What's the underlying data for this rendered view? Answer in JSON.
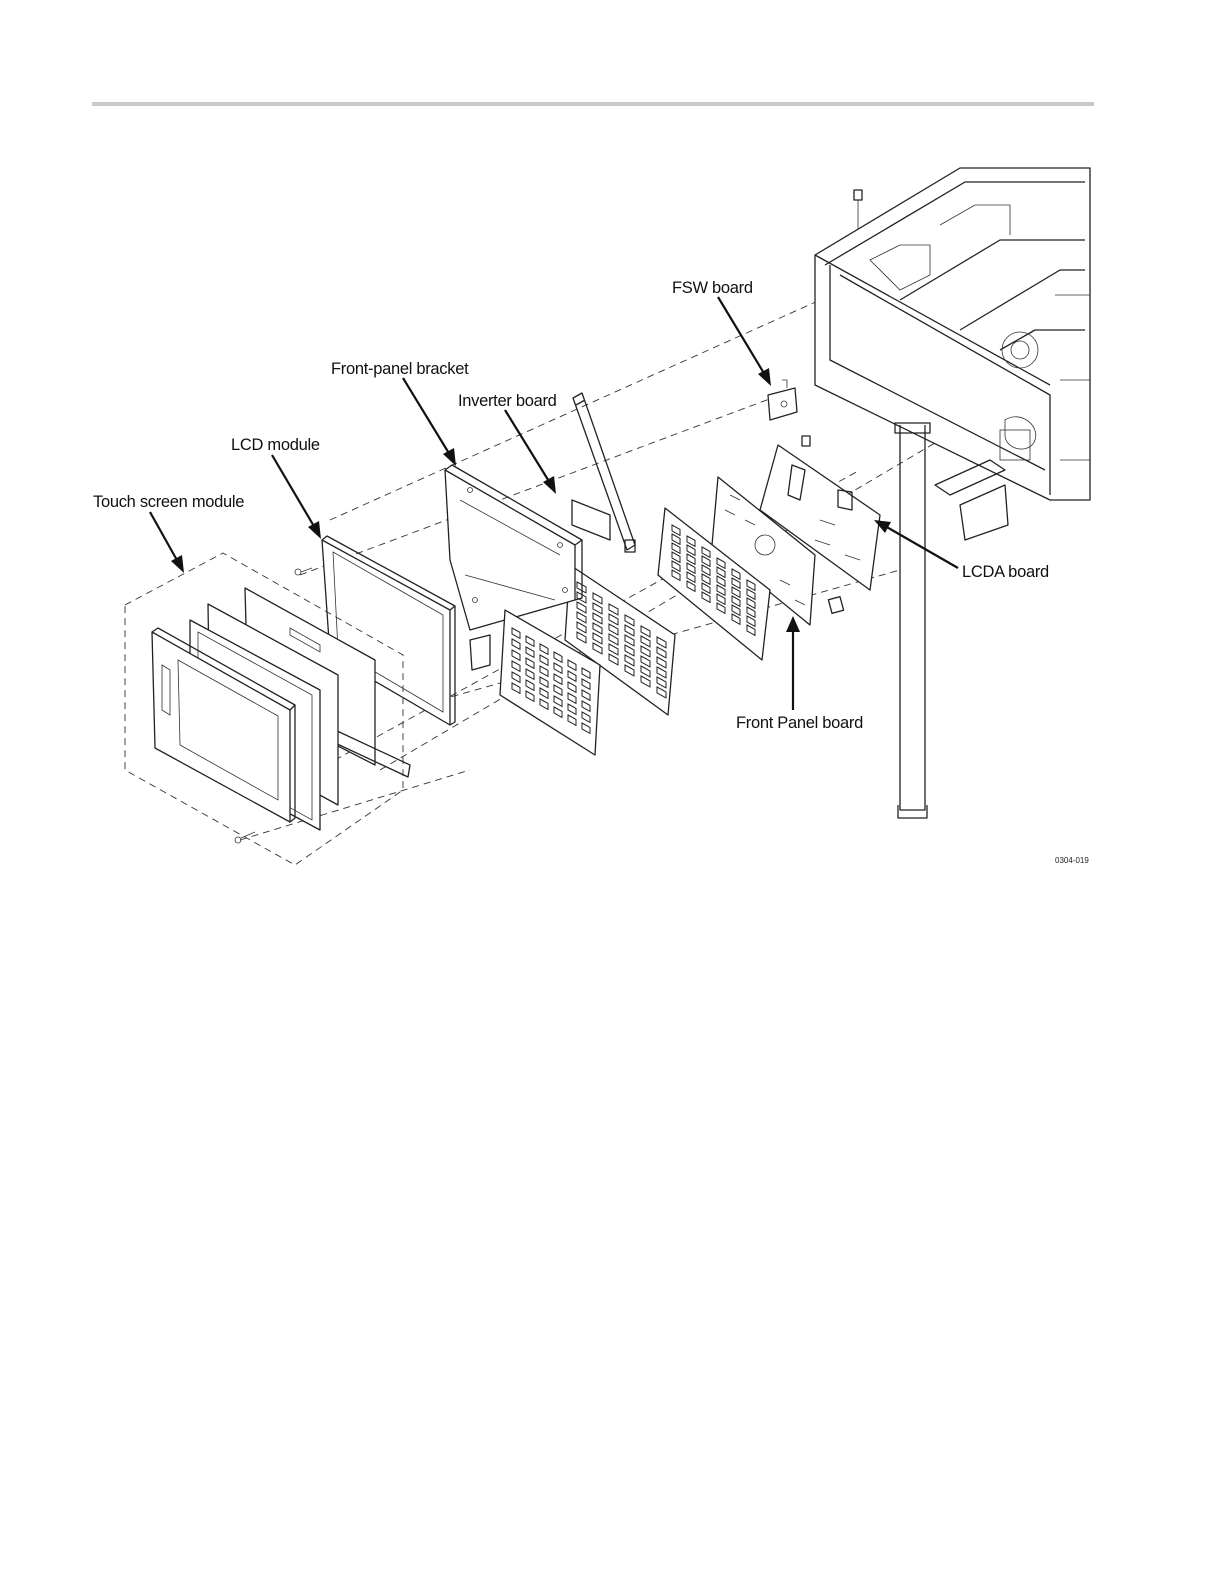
{
  "figure": {
    "labels": {
      "fsw_board": "FSW board",
      "front_panel_bracket": "Front-panel bracket",
      "inverter_board": "Inverter board",
      "lcd_module": "LCD module",
      "touch_screen_module": "Touch screen module",
      "lcda_board": "LCDA board",
      "front_panel_board": "Front Panel board"
    },
    "figure_id": "0304-019"
  }
}
